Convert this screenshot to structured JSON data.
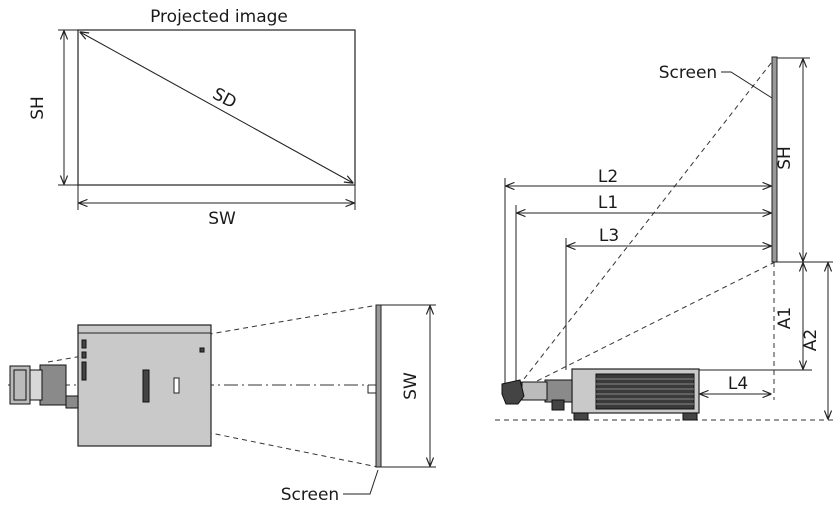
{
  "labels": {
    "projected_image": "Projected image",
    "sd": "SD",
    "sh": "SH",
    "sw": "SW",
    "screen": "Screen",
    "l1": "L1",
    "l2": "L2",
    "l3": "L3",
    "l4": "L4",
    "a1": "A1",
    "a2": "A2"
  }
}
